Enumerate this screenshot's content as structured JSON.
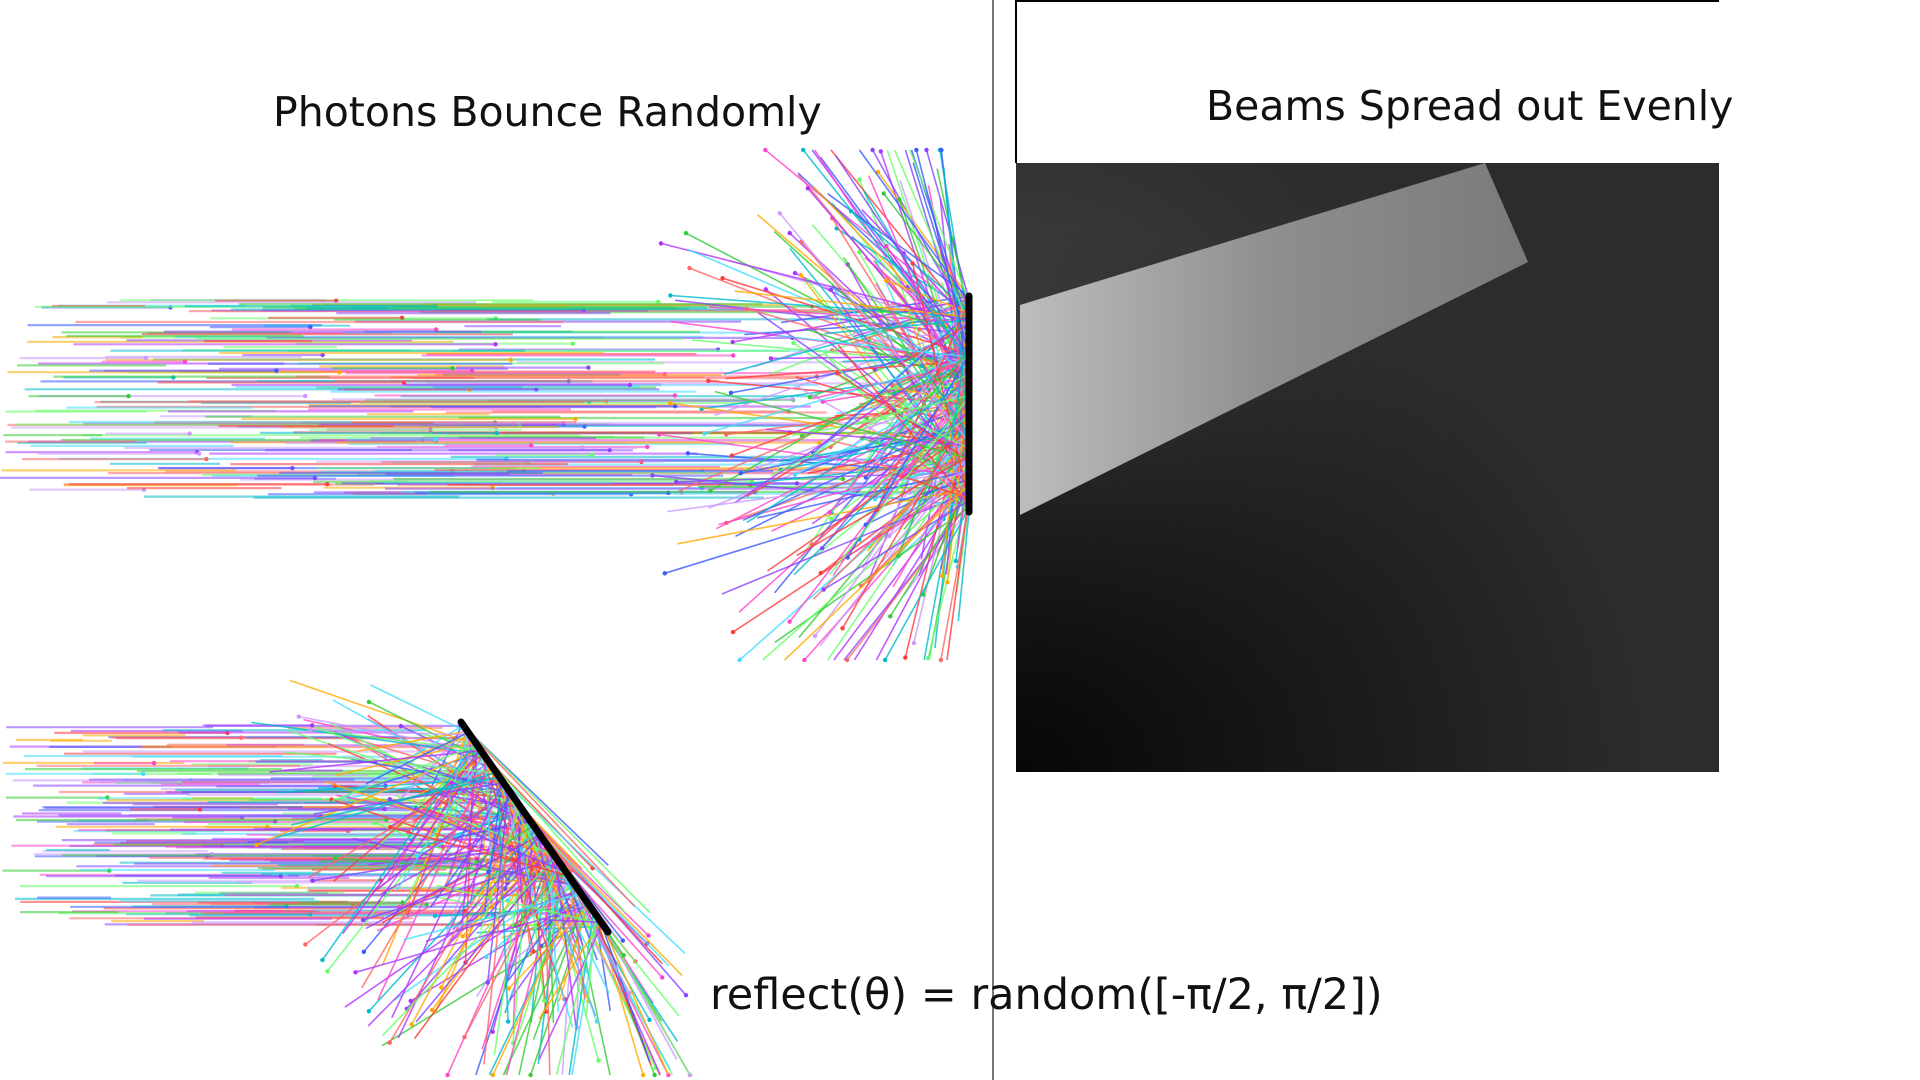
{
  "left_panel": {
    "title": "Photons Bounce Randomly"
  },
  "right_panel": {
    "title": "Beams Spread out Evenly"
  },
  "formula": "reflect(θ) = random([-π/2, π/2])",
  "colors": {
    "background": "#ffffff",
    "divider": "#777777",
    "mirror": "#000000",
    "render_dark": "#2c2c2c",
    "render_beam": "#8a8a8a",
    "ray_palette": [
      "#ff3b3b",
      "#3b5bff",
      "#33cc33",
      "#b033ff",
      "#ff44cc",
      "#00bbcc",
      "#ffaa00",
      "#66ff66",
      "#8844ff",
      "#ff6666",
      "#44ddff",
      "#cc99ff"
    ]
  }
}
